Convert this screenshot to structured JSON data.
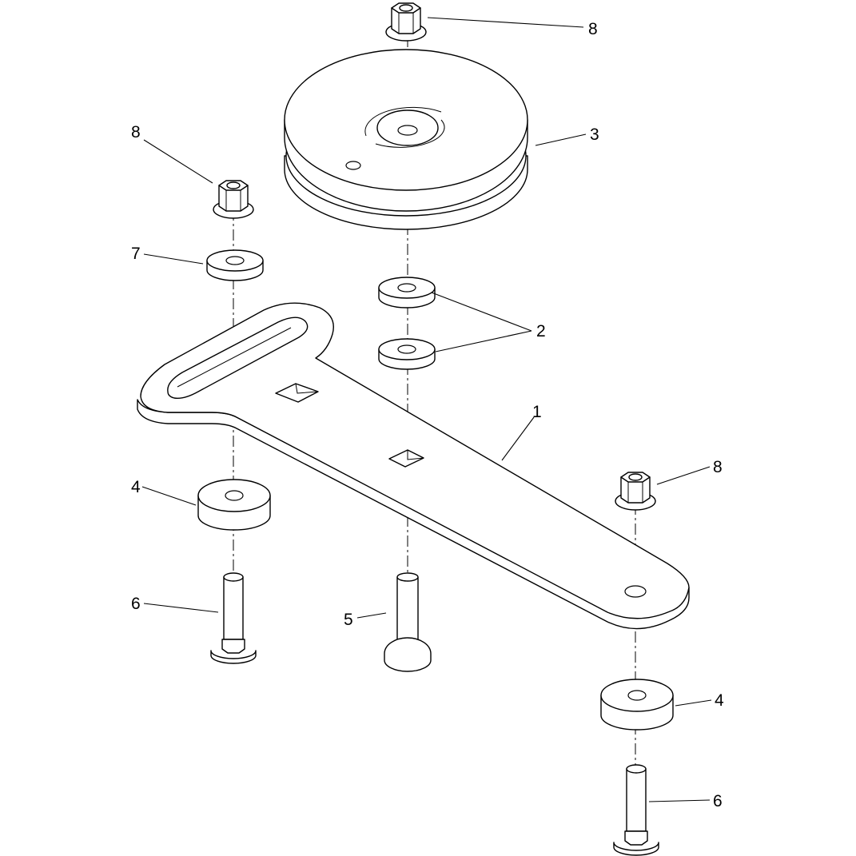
{
  "callouts": [
    {
      "id": "c1",
      "label": "1"
    },
    {
      "id": "c2",
      "label": "2"
    },
    {
      "id": "c3",
      "label": "3"
    },
    {
      "id": "c4a",
      "label": "4"
    },
    {
      "id": "c4b",
      "label": "4"
    },
    {
      "id": "c5",
      "label": "5"
    },
    {
      "id": "c6a",
      "label": "6"
    },
    {
      "id": "c6b",
      "label": "6"
    },
    {
      "id": "c7",
      "label": "7"
    },
    {
      "id": "c8a",
      "label": "8"
    },
    {
      "id": "c8b",
      "label": "8"
    },
    {
      "id": "c8c",
      "label": "8"
    }
  ]
}
